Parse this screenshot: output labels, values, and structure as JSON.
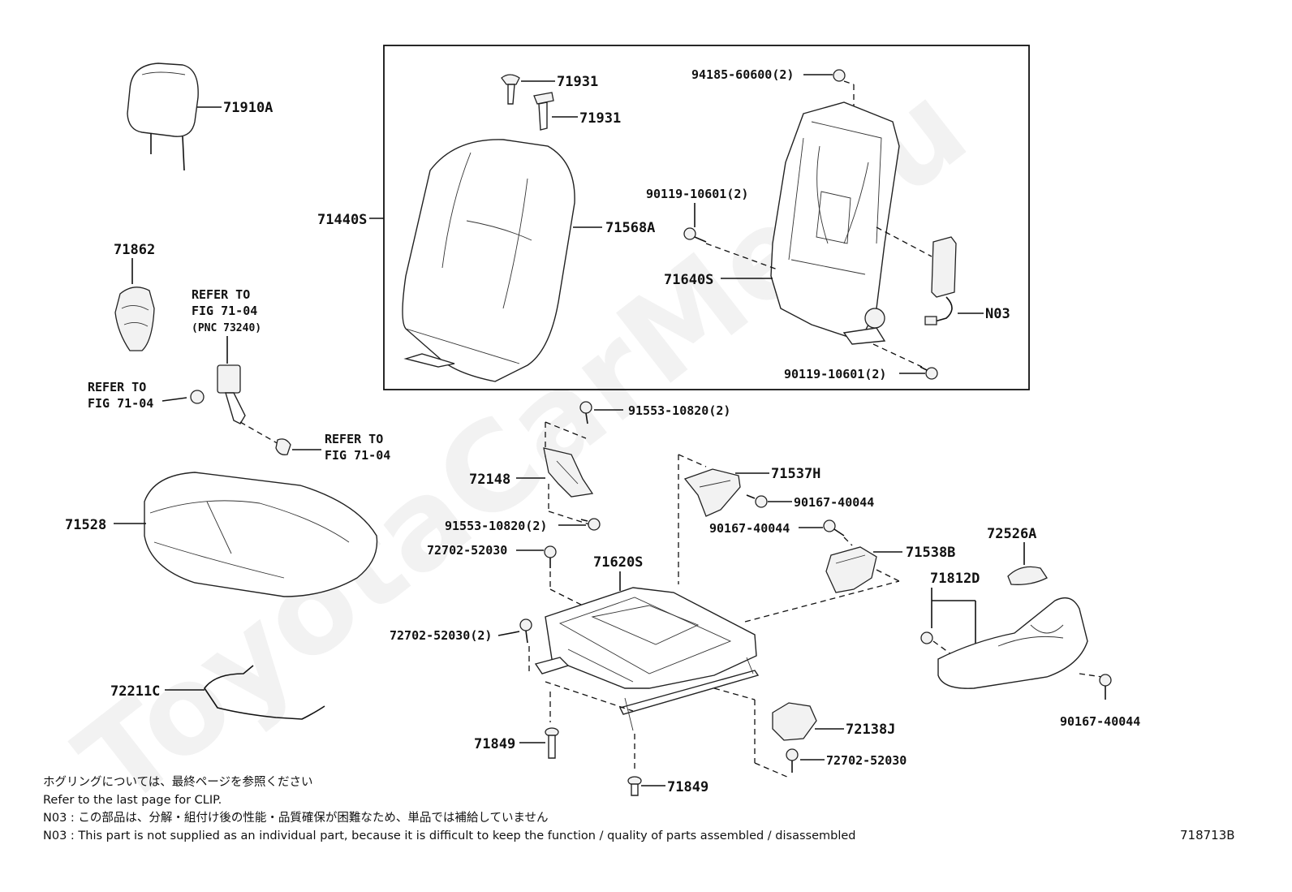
{
  "watermark": "ToyotaCarMe.ru",
  "labels": {
    "p71910A": "71910A",
    "p71862": "71862",
    "refer1_a": "REFER TO",
    "refer1_b": "FIG 71-04",
    "refer1_c": "(PNC 73240)",
    "refer2_a": "REFER TO",
    "refer2_b": "FIG 71-04",
    "refer3_a": "REFER TO",
    "refer3_b": "FIG 71-04",
    "p71528": "71528",
    "p72211C": "72211C",
    "p71440S": "71440S",
    "p71931a": "71931",
    "p71931b": "71931",
    "p71568A": "71568A",
    "p94185": "94185-60600(2)",
    "p90119a": "90119-10601(2)",
    "p71640S": "71640S",
    "pN03": "N03",
    "p90119b": "90119-10601(2)",
    "p91553a": "91553-10820(2)",
    "p72148": "72148",
    "p91553b": "91553-10820(2)",
    "p72702a": "72702-52030",
    "p71620S": "71620S",
    "p72702b": "72702-52030(2)",
    "p71537H": "71537H",
    "p90167a": "90167-40044",
    "p90167b": "90167-40044",
    "p71538B": "71538B",
    "p72526A": "72526A",
    "p71812D": "71812D",
    "p90167c": "90167-40044",
    "p71849a": "71849",
    "p71849b": "71849",
    "p72138J": "72138J",
    "p72702c": "72702-52030"
  },
  "notes": [
    "ホグリングについては、最終ページを参照ください",
    "Refer to the last page for CLIP.",
    "N03 : この部品は、分解・組付け後の性能・品質確保が困難なため、単品では補給していません",
    "N03 : This part is not supplied as an individual part, because it is difficult to keep the function / quality of parts assembled / disassembled"
  ],
  "figure_number": "718713B"
}
